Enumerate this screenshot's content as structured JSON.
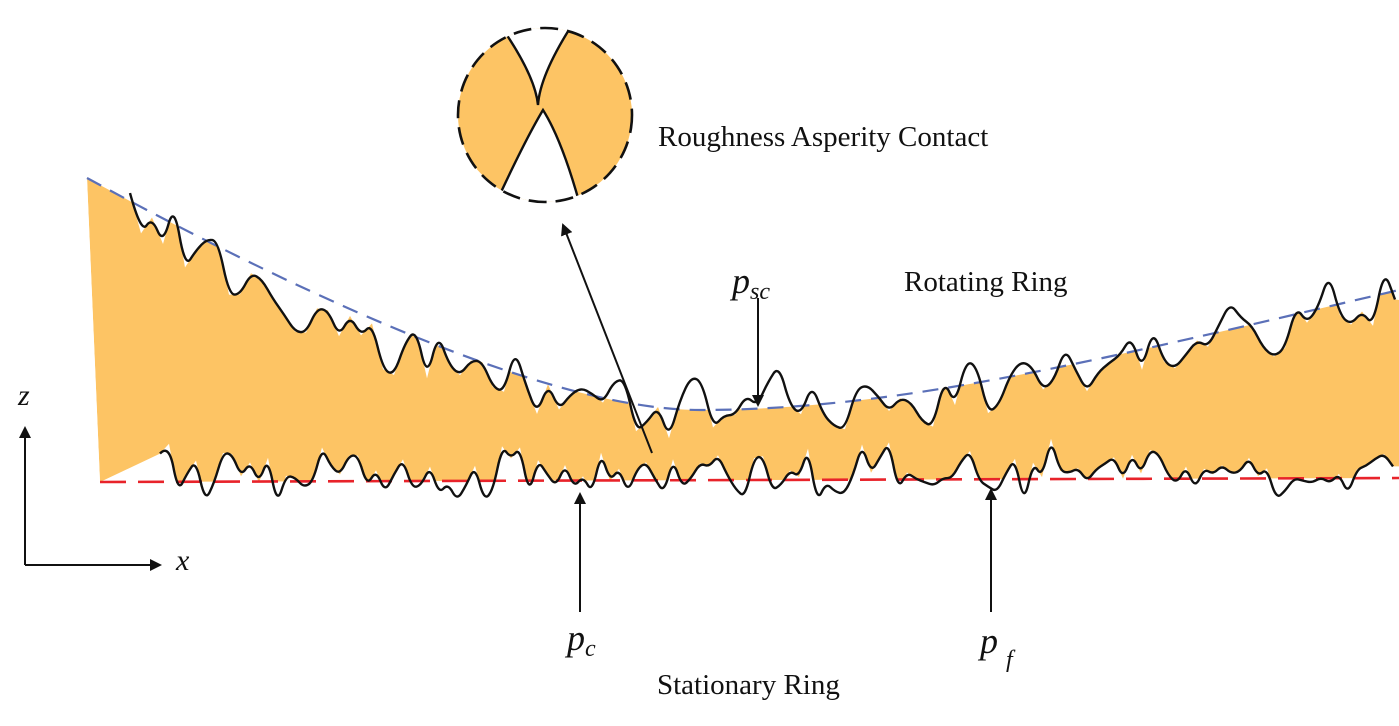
{
  "diagram": {
    "labels": {
      "inset": "Roughness Asperity Contact",
      "rotating": "Rotating Ring",
      "stationary": "Stationary Ring",
      "axis_z": "z",
      "axis_x": "x"
    },
    "pressures": {
      "psc": {
        "base": "p",
        "sub": "sc"
      },
      "pc": {
        "base": "p",
        "sub": "c"
      },
      "pf": {
        "base": "p",
        "sub": "f"
      }
    },
    "colors": {
      "fluid_fill": "#fdc464",
      "rotating_mean": "#5b70b8",
      "stationary_mean": "#e8232a",
      "outline": "#111111"
    }
  }
}
